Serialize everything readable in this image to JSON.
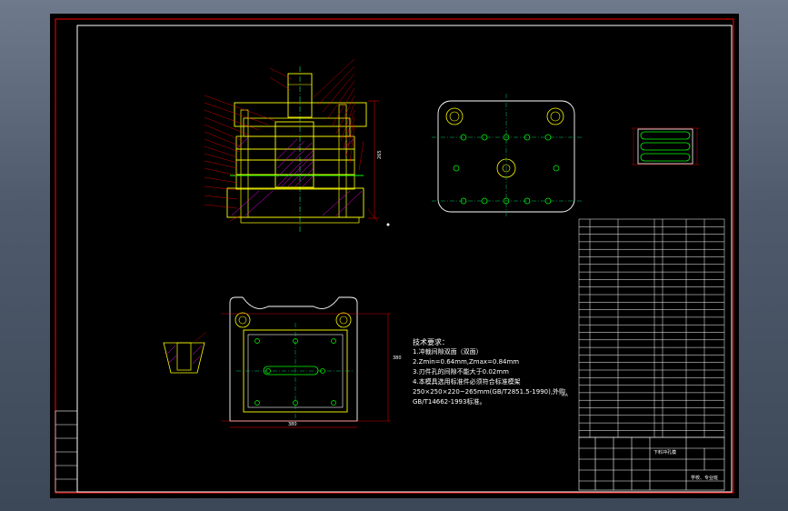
{
  "title_block": {
    "drawing_name": "下料冲孔模",
    "company": "学校、专业班"
  },
  "notes": {
    "heading": "技术要求：",
    "lines": [
      "1.冲裁间隙双面（双面）",
      "2.Zmin=0.64mm,Zmax=0.84mm",
      "3.刃件孔的间隙不能大于0.02mm",
      "4.本模具选用标准件必须符合标准模架",
      "250×250×220~265mm(GB/T2851.5-1990),外购",
      "GB/T14662-1993标准。"
    ]
  },
  "dims": {
    "plan_width": "380",
    "plan_height": "380",
    "elev_height": "265",
    "scale_label": "A-A"
  },
  "colors": {
    "border": "#ff0000",
    "frame": "#ffffff",
    "part": "#ffff00",
    "hole": "#00ff00",
    "center": "#00cc66",
    "hatch": "#ff00ff",
    "leader": "#ff0000",
    "bg": "#000000"
  }
}
